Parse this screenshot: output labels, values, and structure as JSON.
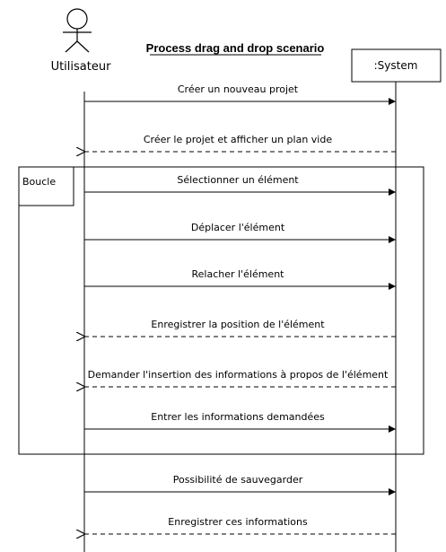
{
  "title": "Process drag and drop scenario",
  "actor": {
    "name": "Utilisateur"
  },
  "system": {
    "name": ":System"
  },
  "loop": {
    "label": "Boucle"
  },
  "messages": [
    {
      "text": "Créer un nouveau projet",
      "dir": "request"
    },
    {
      "text": "Créer le projet et afficher un plan vide",
      "dir": "reply"
    },
    {
      "text": "Sélectionner un élément",
      "dir": "request"
    },
    {
      "text": "Déplacer l'élément",
      "dir": "request"
    },
    {
      "text": "Relacher l'élément",
      "dir": "request"
    },
    {
      "text": "Enregistrer la position de l'élément",
      "dir": "reply"
    },
    {
      "text": "Demander l'insertion des informations à propos de l'élément",
      "dir": "reply"
    },
    {
      "text": "Entrer les informations demandées",
      "dir": "request"
    },
    {
      "text": "Possibilité de sauvegarder",
      "dir": "request"
    },
    {
      "text": "Enregistrer ces informations",
      "dir": "reply"
    }
  ]
}
